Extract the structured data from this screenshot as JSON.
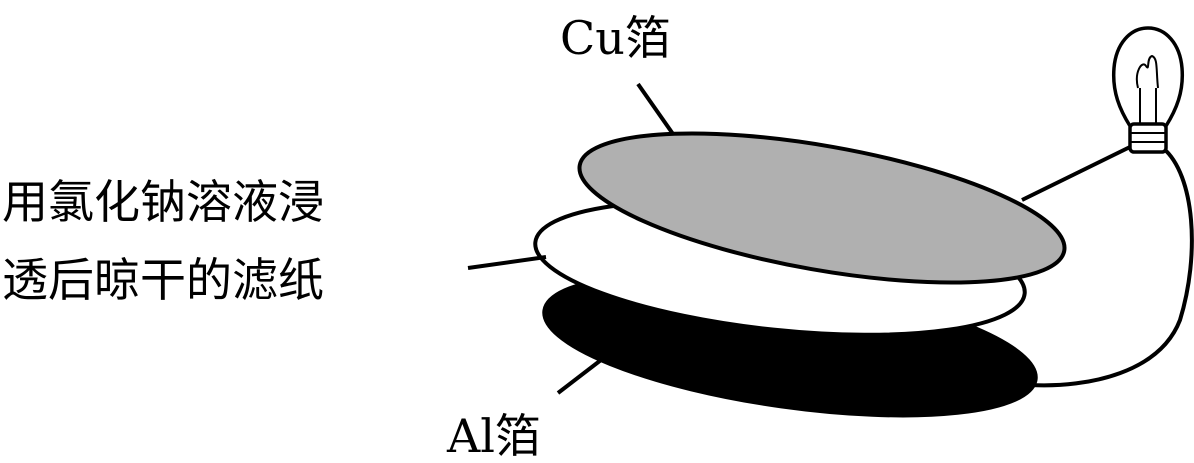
{
  "labels": {
    "cu_foil": "Cu箔",
    "al_foil": "Al箔",
    "filter_paper_line1": "用氯化钠溶液浸",
    "filter_paper_line2": "透后晾干的滤纸"
  },
  "colors": {
    "cu_foil": "#b0b0b0",
    "filter_paper": "#ffffff",
    "al_foil": "#000000",
    "stroke": "#000000",
    "background": "#ffffff"
  },
  "icons": {
    "bulb": "light-bulb-icon"
  }
}
